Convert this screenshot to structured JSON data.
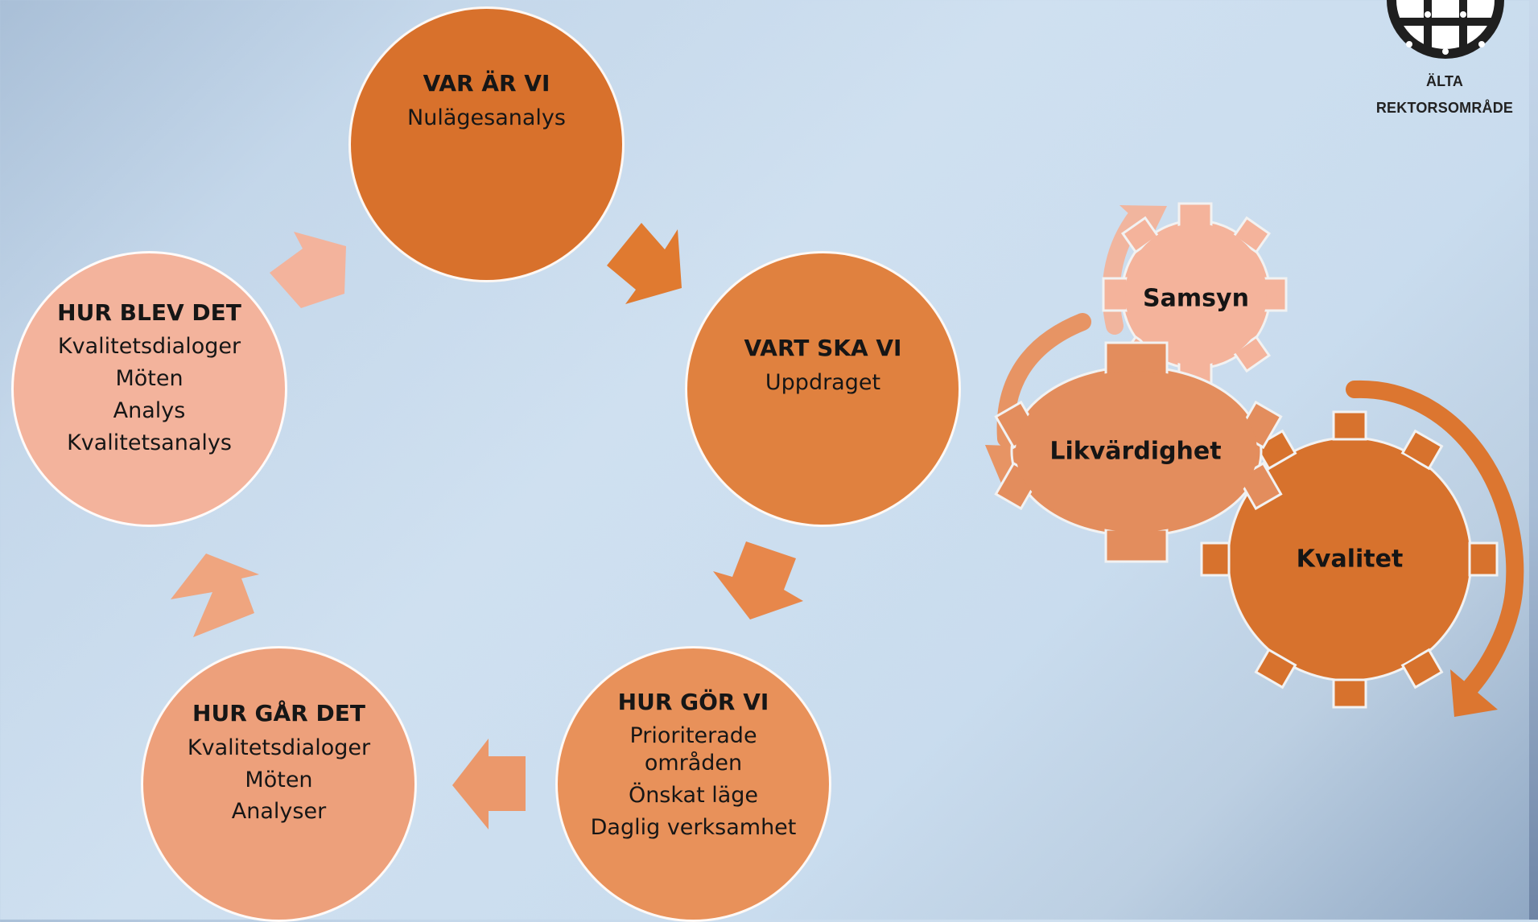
{
  "diagram": {
    "cycle": [
      {
        "title": "VAR ÄR VI",
        "lines": [
          "Nulägesanalys"
        ]
      },
      {
        "title": "VART SKA VI",
        "lines": [
          "Uppdraget"
        ]
      },
      {
        "title": "HUR GÖR VI",
        "lines": [
          "Prioriterade områden",
          "Önskat läge",
          "Daglig verksamhet"
        ]
      },
      {
        "title": "HUR GÅR DET",
        "lines": [
          "Kvalitetsdialoger",
          "Möten",
          "Analyser"
        ]
      },
      {
        "title": "HUR BLEV DET",
        "lines": [
          "Kvalitetsdialoger",
          "Möten",
          "Analys",
          "Kvalitetsanalys"
        ]
      }
    ],
    "gears": {
      "samsyn": "Samsyn",
      "likvardighet": "Likvärdighet",
      "kvalitet": "Kvalitet"
    }
  },
  "logo": {
    "name": "ÄLTA",
    "subname": "REKTORSOMRÅDE"
  },
  "colors": {
    "circle_1": "#d8712c",
    "circle_2": "#e0813f",
    "circle_3": "#e8915a",
    "circle_4": "#eda07b",
    "circle_5": "#f3b39c",
    "gear_samsyn": "#f4b39b",
    "gear_likvardighet": "#e38d5d",
    "gear_kvalitet": "#d7722d"
  }
}
